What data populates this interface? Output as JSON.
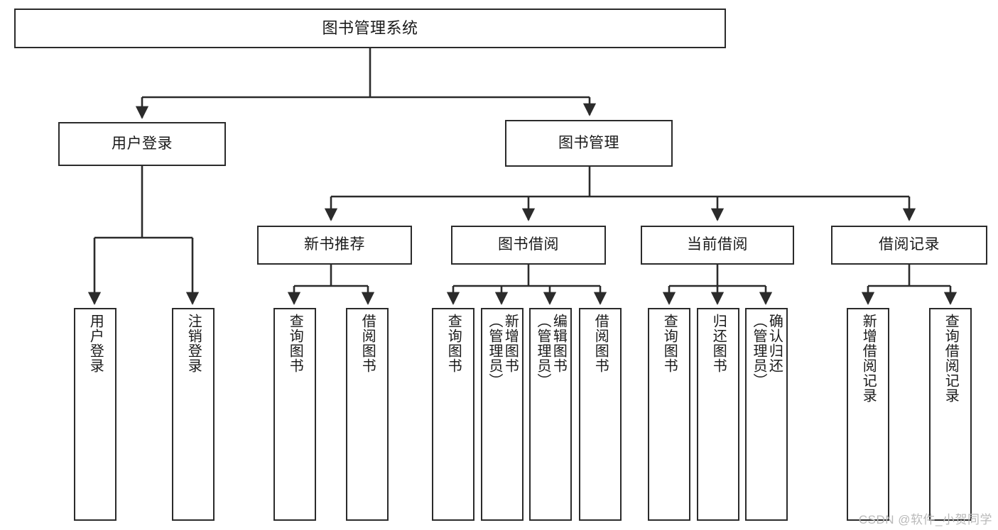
{
  "diagram": {
    "title": "图书管理系统",
    "type": "hierarchy-tree",
    "background_color": "#ffffff",
    "line_color": "#2b2b2b",
    "box_border_color": "#2b2b2b",
    "box_fill_color": "#ffffff"
  },
  "nodes": {
    "root": {
      "label": "图书管理系统",
      "level": 0
    },
    "level1": [
      {
        "id": "user-login",
        "label": "用户登录"
      },
      {
        "id": "book-management",
        "label": "图书管理"
      }
    ],
    "level2": [
      {
        "id": "new-book-recommend",
        "label": "新书推荐",
        "parent": "book-management"
      },
      {
        "id": "book-borrow",
        "label": "图书借阅",
        "parent": "book-management"
      },
      {
        "id": "current-borrow",
        "label": "当前借阅",
        "parent": "book-management"
      },
      {
        "id": "borrow-record",
        "label": "借阅记录",
        "parent": "book-management"
      }
    ],
    "leaves": [
      {
        "id": "leaf-user-login",
        "label": "用户登录",
        "parent": "user-login"
      },
      {
        "id": "leaf-user-logout",
        "label": "注销登录",
        "parent": "user-login"
      },
      {
        "id": "leaf-query-book-1",
        "label": "查询图书",
        "parent": "new-book-recommend"
      },
      {
        "id": "leaf-borrow-book-1",
        "label": "借阅图书",
        "parent": "new-book-recommend"
      },
      {
        "id": "leaf-query-book-2",
        "label": "查询图书",
        "parent": "book-borrow"
      },
      {
        "id": "leaf-add-book",
        "label": "新增图书\n（管理员）",
        "parent": "book-borrow"
      },
      {
        "id": "leaf-edit-book",
        "label": "编辑图书\n（管理员）",
        "parent": "book-borrow"
      },
      {
        "id": "leaf-borrow-book-2",
        "label": "借阅图书",
        "parent": "book-borrow"
      },
      {
        "id": "leaf-query-book-3",
        "label": "查询图书",
        "parent": "current-borrow"
      },
      {
        "id": "leaf-return-book",
        "label": "归还图书",
        "parent": "current-borrow"
      },
      {
        "id": "leaf-confirm-return",
        "label": "确认归还\n（管理员）",
        "parent": "current-borrow"
      },
      {
        "id": "leaf-add-record",
        "label": "新增借阅记录",
        "parent": "borrow-record"
      },
      {
        "id": "leaf-query-record",
        "label": "查询借阅记录",
        "parent": "borrow-record"
      }
    ]
  },
  "watermark": {
    "text": "CSDN @软件_小贺同学"
  }
}
